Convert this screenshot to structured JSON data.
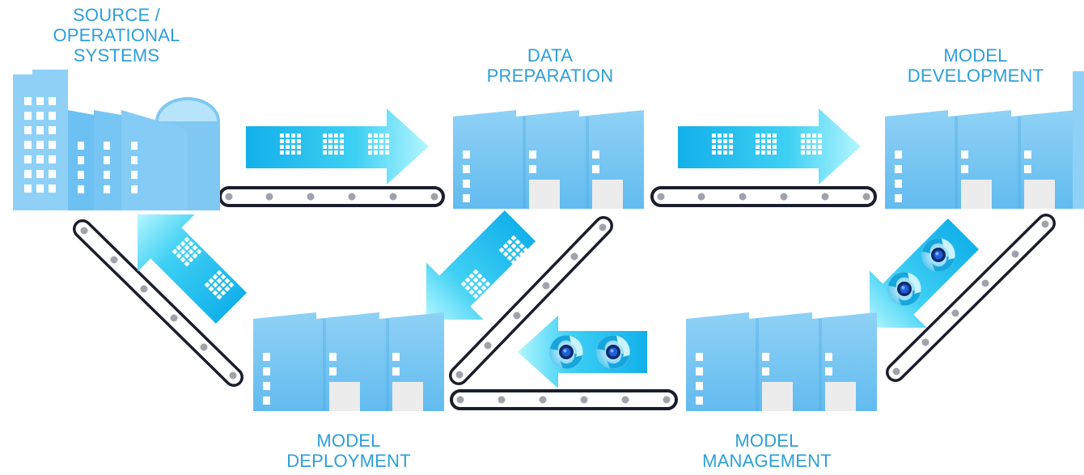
{
  "stages": {
    "source": {
      "line1": "SOURCE /",
      "line2": "OPERATIONAL",
      "line3": "SYSTEMS"
    },
    "data_preparation": {
      "line1": "DATA",
      "line2": "PREPARATION"
    },
    "model_development": {
      "line1": "MODEL",
      "line2": "DEVELOPMENT"
    },
    "model_deployment": {
      "line1": "MODEL",
      "line2": "DEPLOYMENT"
    },
    "model_management": {
      "line1": "MODEL",
      "line2": "MANAGEMENT"
    }
  },
  "colors": {
    "label": "#2d9fd9",
    "building_light": "#9fd5f7",
    "building_mid": "#6cc0f2",
    "building_dark": "#4aa9e6",
    "arrow_light": "#a6f3ff",
    "arrow_dark": "#11b2ec",
    "belt_outline": "#1a1d2b",
    "roller": "#9ea3ab"
  },
  "icons": {
    "data_grid": "data-grid-icon",
    "model_gear": "model-gear-icon",
    "factory": "factory-icon",
    "conveyor": "conveyor-belt-icon"
  }
}
